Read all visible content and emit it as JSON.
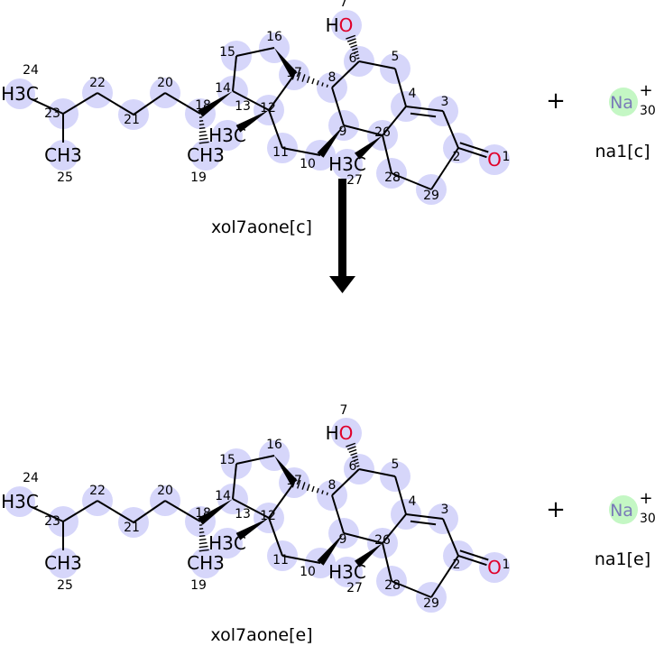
{
  "reaction": {
    "reactants": {
      "molecule_name": "xol7aone[c]",
      "ion_name": "na1[c]"
    },
    "products": {
      "molecule_name": "xol7aone[e]",
      "ion_name": "na1[e]"
    },
    "plus_sign": "+",
    "arrow": "reaction-arrow"
  },
  "molecule": {
    "atom_numbers": [
      "1",
      "2",
      "3",
      "4",
      "5",
      "6",
      "7",
      "8",
      "9",
      "10",
      "11",
      "12",
      "13",
      "14",
      "15",
      "16",
      "17",
      "18",
      "19",
      "20",
      "21",
      "22",
      "23",
      "24",
      "25",
      "26",
      "27",
      "28",
      "29"
    ],
    "atom_labels": {
      "1": "O",
      "7": "HO",
      "13": "H3C",
      "19": "CH3",
      "24": "H3C",
      "25": "CH3",
      "27": "H3C"
    }
  },
  "ion": {
    "symbol": "Na",
    "charge": "+",
    "number": "30"
  },
  "colors": {
    "highlight": "#d6d6fa",
    "ion_highlight": "#c4f7c4",
    "oxygen": "#e0002a",
    "sodium": "#7a7ab8",
    "bond": "#000000"
  }
}
